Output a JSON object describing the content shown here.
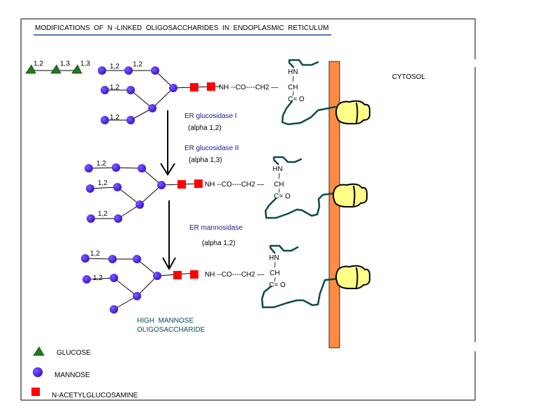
{
  "title": "MODIFICATIONS  OF  N -LINKED  OLIGOSACCHARIDES  IN  ENDOPLASMIC  RETICULUM",
  "cytosol_label": "CYTOSOL",
  "colors": {
    "glucose": "#1e7a1e",
    "mannose": "#4a1ee6",
    "glcnac": "#ff0000",
    "membrane": "#ff8c42",
    "protein": "#ffff88",
    "peptide_chain": "#0d4a4a",
    "title_underline": "#1a4a8c"
  },
  "linker": {
    "nh": "NH --CO----CH2 —",
    "ch": "CH",
    "hn": "HN",
    "co": "C= O"
  },
  "stage1": {
    "bond_labels": [
      "1,2",
      "1,3",
      "1,3",
      "1,2",
      "1,2",
      "1,2",
      "1,2"
    ]
  },
  "stage2": {
    "bond_labels": [
      "1,2",
      "1,2",
      "1,2"
    ]
  },
  "stage3": {
    "bond_labels": [
      "1,2",
      "1,2"
    ],
    "product_label_line1": "HIGH  MANNOSE",
    "product_label_line2": "OLIGOSACCHARIDE"
  },
  "steps": [
    {
      "enzyme": "ER glucosidase I",
      "specificity": "(alpha 1,2)"
    },
    {
      "enzyme": "ER glucosidase II",
      "specificity": "(alpha 1,3)"
    },
    {
      "enzyme": "ER mannosidase",
      "specificity": "(alpha 1,2)"
    }
  ],
  "legend": [
    {
      "symbol": "triangle",
      "label": "GLUCOSE"
    },
    {
      "symbol": "circle",
      "label": "MANNOSE"
    },
    {
      "symbol": "square",
      "label": "N-ACETYLGLUCOSAMINE"
    }
  ]
}
